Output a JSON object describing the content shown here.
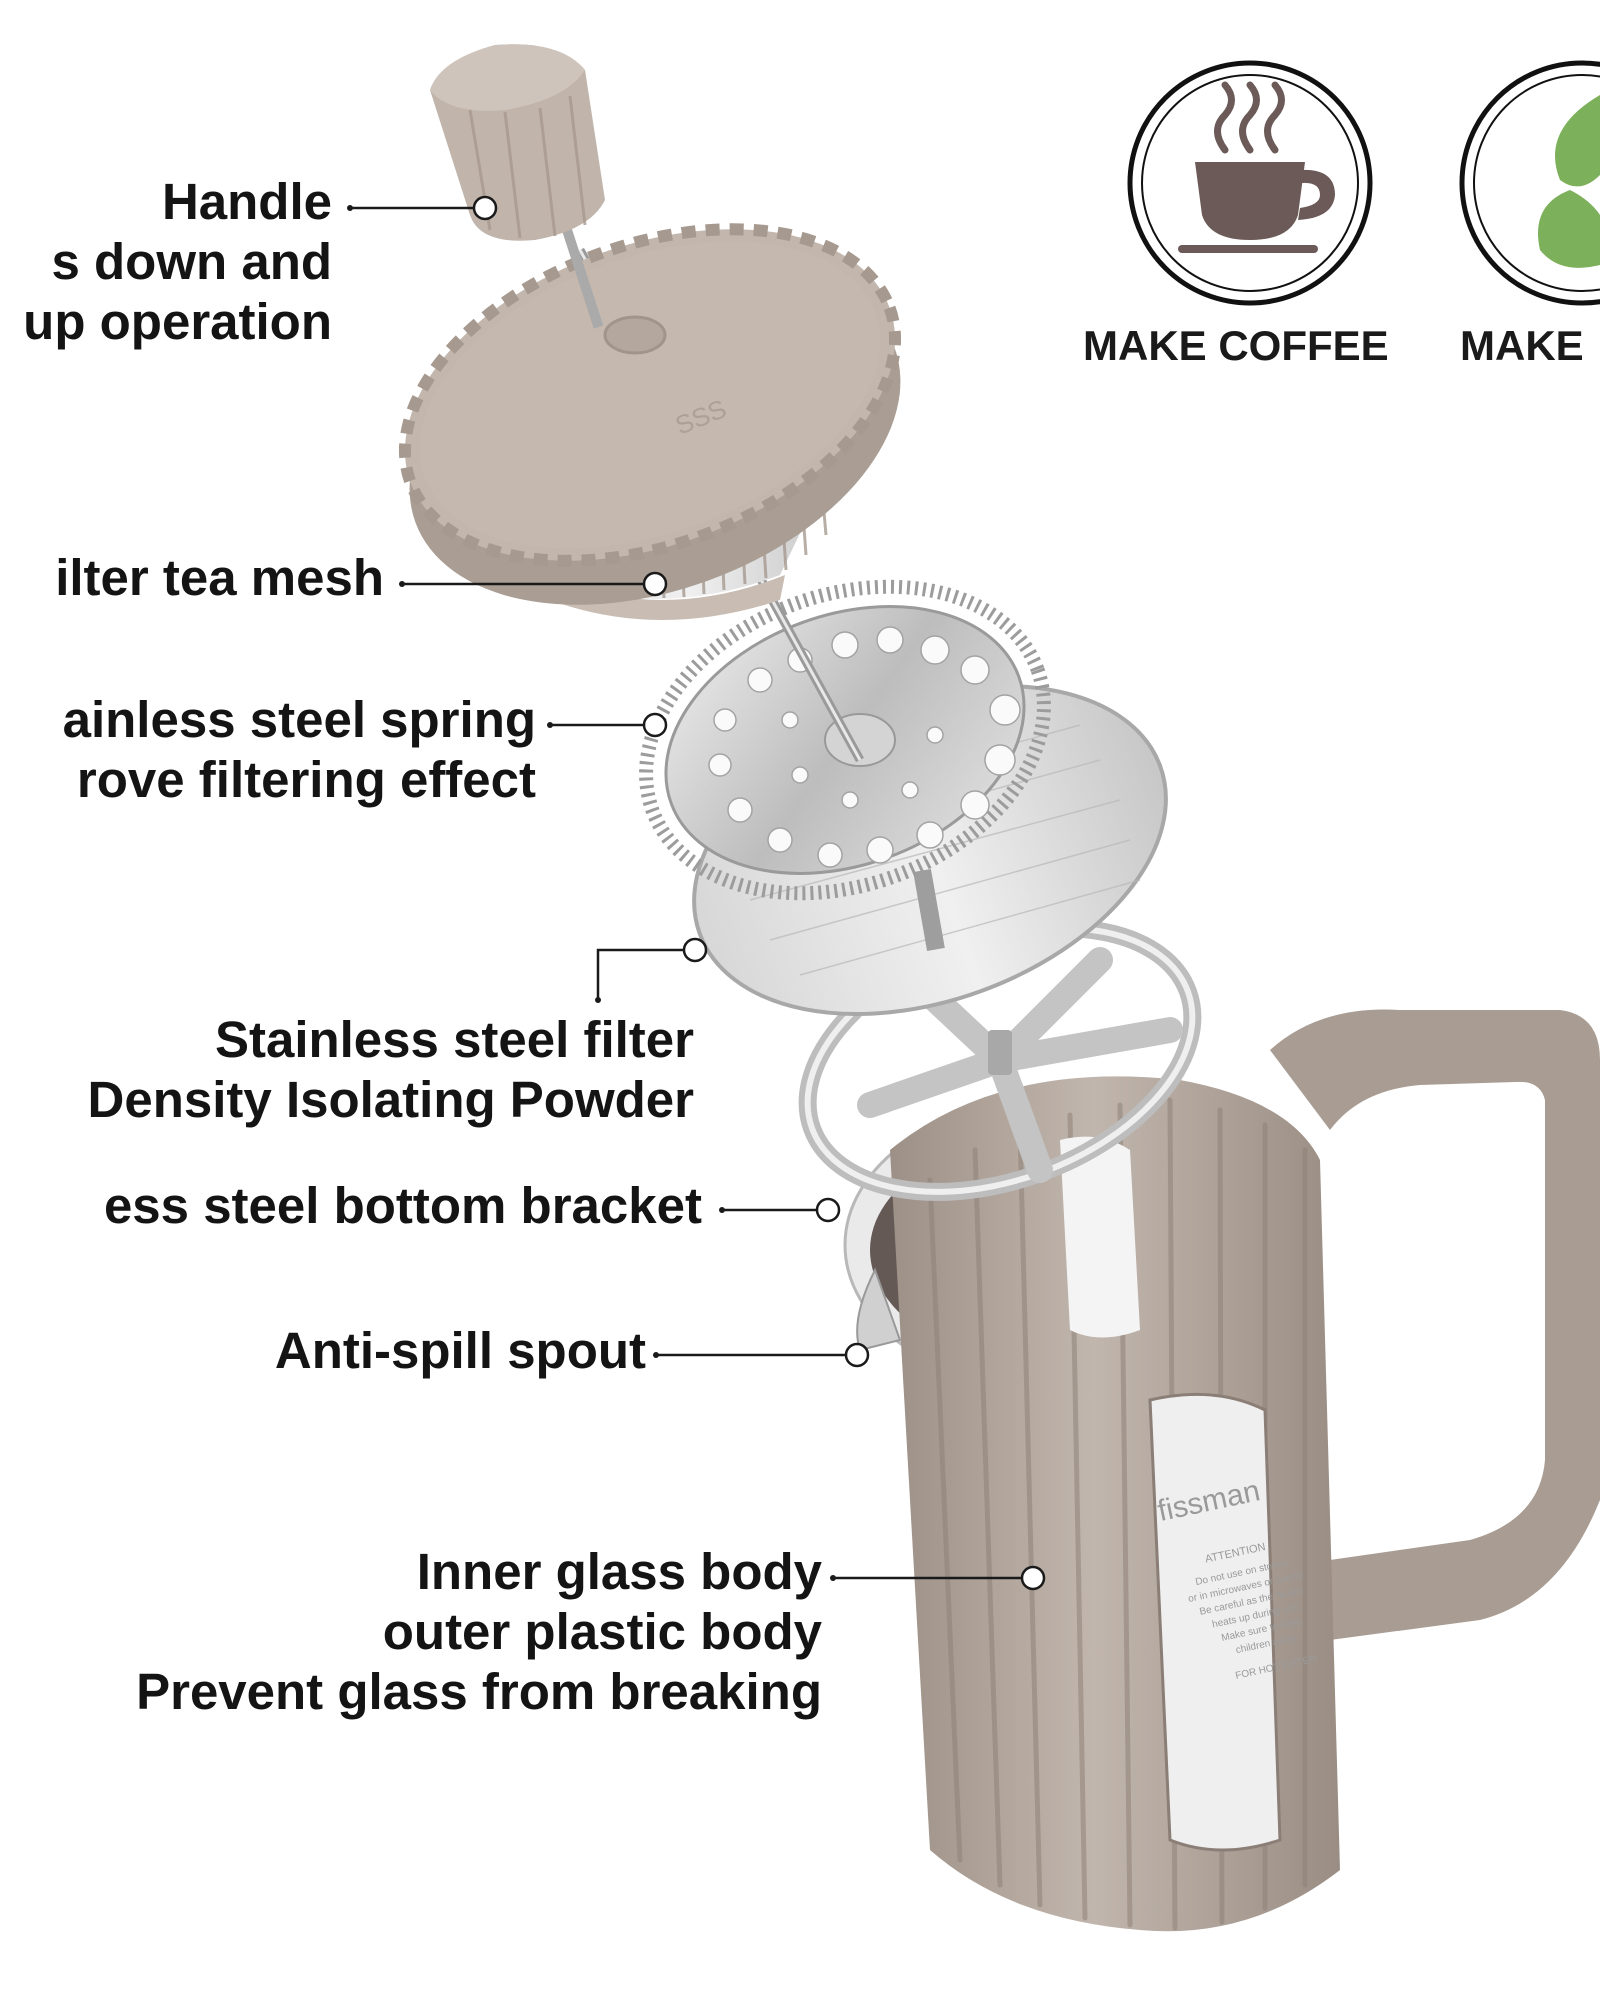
{
  "labels": {
    "handle": [
      "Handle",
      "s down and",
      "up operation"
    ],
    "mesh": [
      "ilter tea mesh"
    ],
    "spring": [
      "ainless steel spring",
      "rove filtering effect"
    ],
    "filter": [
      "Stainless steel filter",
      "Density Isolating Powder"
    ],
    "bracket": [
      "ess steel bottom bracket"
    ],
    "spout": [
      "Anti-spill spout"
    ],
    "body": [
      "Inner glass body",
      "outer plastic body",
      "Prevent glass from breaking"
    ]
  },
  "badges": [
    {
      "text": "MAKE COFFEE",
      "icon": "coffee-cup-icon"
    },
    {
      "text": "MAKE",
      "icon": "leaf-icon"
    }
  ],
  "product": {
    "lid_mark": "SSS",
    "brand": "fissman",
    "window_text": [
      "ATTENTION",
      "Do not use on stoves",
      "or in microwaves or ovens.",
      "Be careful as the heater",
      "heats up during use.",
      "Make sure to keep",
      "children away.",
      "FOR HOT WATER"
    ]
  },
  "colors": {
    "plastic": "#b3a79e",
    "steel": "#c9c9c9",
    "coffee": "#6b5a57",
    "leaf": "#7db05a",
    "text": "#141414"
  }
}
